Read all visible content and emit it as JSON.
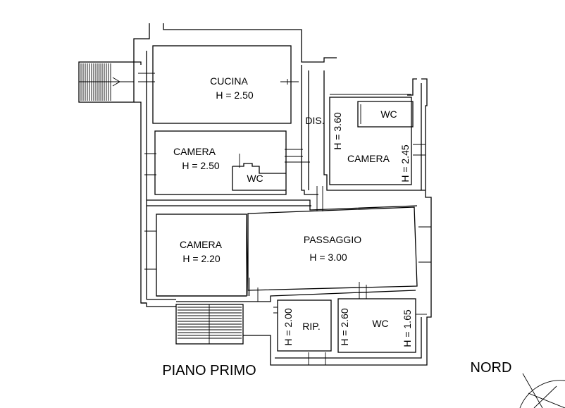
{
  "labels": {
    "cucina": "CUCINA",
    "cucina_h": "H = 2.50",
    "dis": "DIS.",
    "h_360": "H = 3.60",
    "wc_top": "WC",
    "camera_ne": "CAMERA",
    "h_245": "H = 2.45",
    "camera_mid": "CAMERA",
    "camera_mid_h": "H = 2.50",
    "wc_mid": "WC",
    "camera_sw": "CAMERA",
    "camera_sw_h": "H = 2.20",
    "passaggio": "PASSAGGIO",
    "passaggio_h": "H = 3.00",
    "h_200": "H = 2.00",
    "rip": "RIP.",
    "h_260": "H = 2.60",
    "wc_low": "WC",
    "h_165": "H = 1.65"
  },
  "title": "PIANO PRIMO",
  "north": "NORD"
}
